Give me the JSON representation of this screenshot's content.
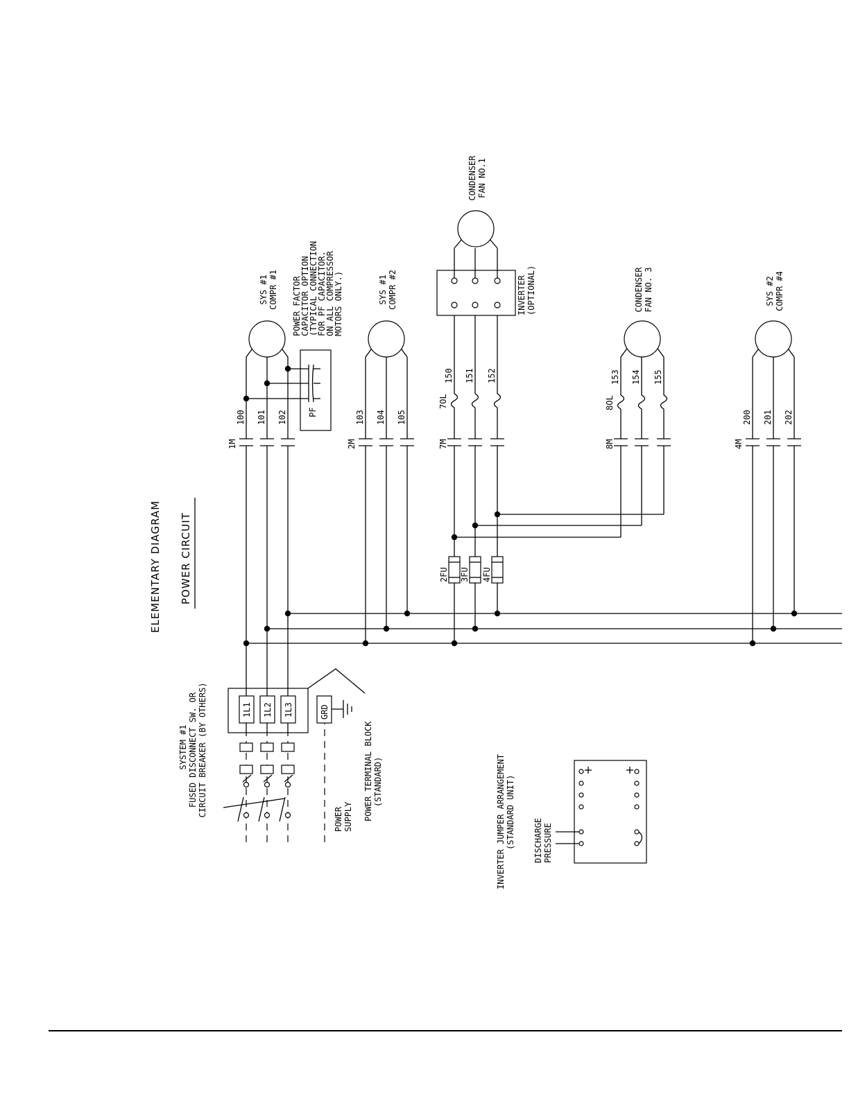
{
  "title": "ELEMENTARY DIAGRAM",
  "subtitle": "POWER CIRCUIT",
  "system_disconnect": [
    "SYSTEM #1",
    "FUSED DISCONNECT SW. OR",
    "CIRCUIT BREAKER (BY OTHERS)"
  ],
  "power_supply": [
    "POWER",
    "SUPPLY"
  ],
  "terminal_block": {
    "label": [
      "POWER TERMINAL BLOCK",
      "(STANDARD)"
    ],
    "terminals": [
      "1L1",
      "1L2",
      "1L3"
    ],
    "ground": "GRD"
  },
  "pf_capacitor": {
    "tag": "PF",
    "note": [
      "POWER FACTOR",
      "CAPACITOR OPTION",
      "(TYPICAL CONNECTION",
      "FOR PF CAPACITOR.",
      "ON ALL COMPRESSOR",
      "MOTORS ONLY.)"
    ]
  },
  "inverter": [
    "INVERTER",
    "(OPTIONAL)"
  ],
  "inverter_jumper": {
    "label": [
      "INVERTER JUMPER ARRANGEMENT",
      "(STANDARD UNIT)"
    ],
    "discharge": [
      "DISCHARGE",
      "PRESSURE"
    ]
  },
  "loads": [
    {
      "name": [
        "SYS #1",
        "COMPR #1"
      ],
      "contactor": "1M",
      "wires": [
        "100",
        "101",
        "102"
      ]
    },
    {
      "name": [
        "SYS #1",
        "COMPR #2"
      ],
      "contactor": "2M",
      "wires": [
        "103",
        "104",
        "105"
      ]
    },
    {
      "name": [
        "CONDENSER",
        "FAN NO.1"
      ],
      "contactor": "7M",
      "overload": "7OL",
      "wires": [
        "150",
        "151",
        "152"
      ]
    },
    {
      "name": [
        "CONDENSER",
        "FAN NO. 3"
      ],
      "contactor": "8M",
      "overload": "8OL",
      "wires": [
        "153",
        "154",
        "155"
      ]
    },
    {
      "name": [
        "SYS #2",
        "COMPR #4"
      ],
      "contactor": "4M",
      "wires": [
        "200",
        "201",
        "202"
      ]
    }
  ],
  "fuses": [
    "2FU",
    "3FU",
    "4FU"
  ]
}
